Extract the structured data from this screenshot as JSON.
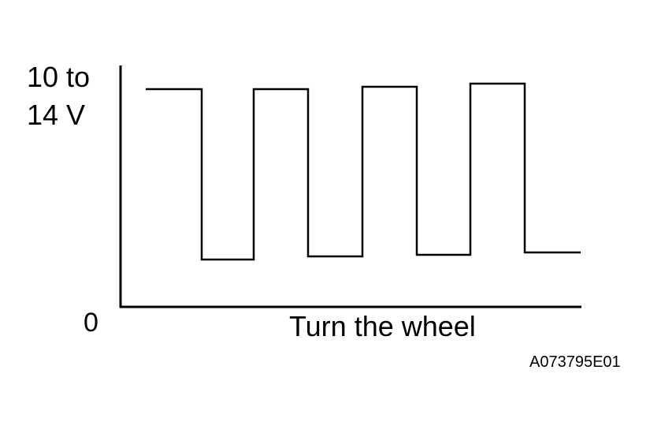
{
  "diagram": {
    "y_top_label_line1": "10 to",
    "y_top_label_line2": "14 V",
    "y_zero_label": "0",
    "x_label": "Turn the wheel",
    "figure_code": "A073795E01"
  }
}
